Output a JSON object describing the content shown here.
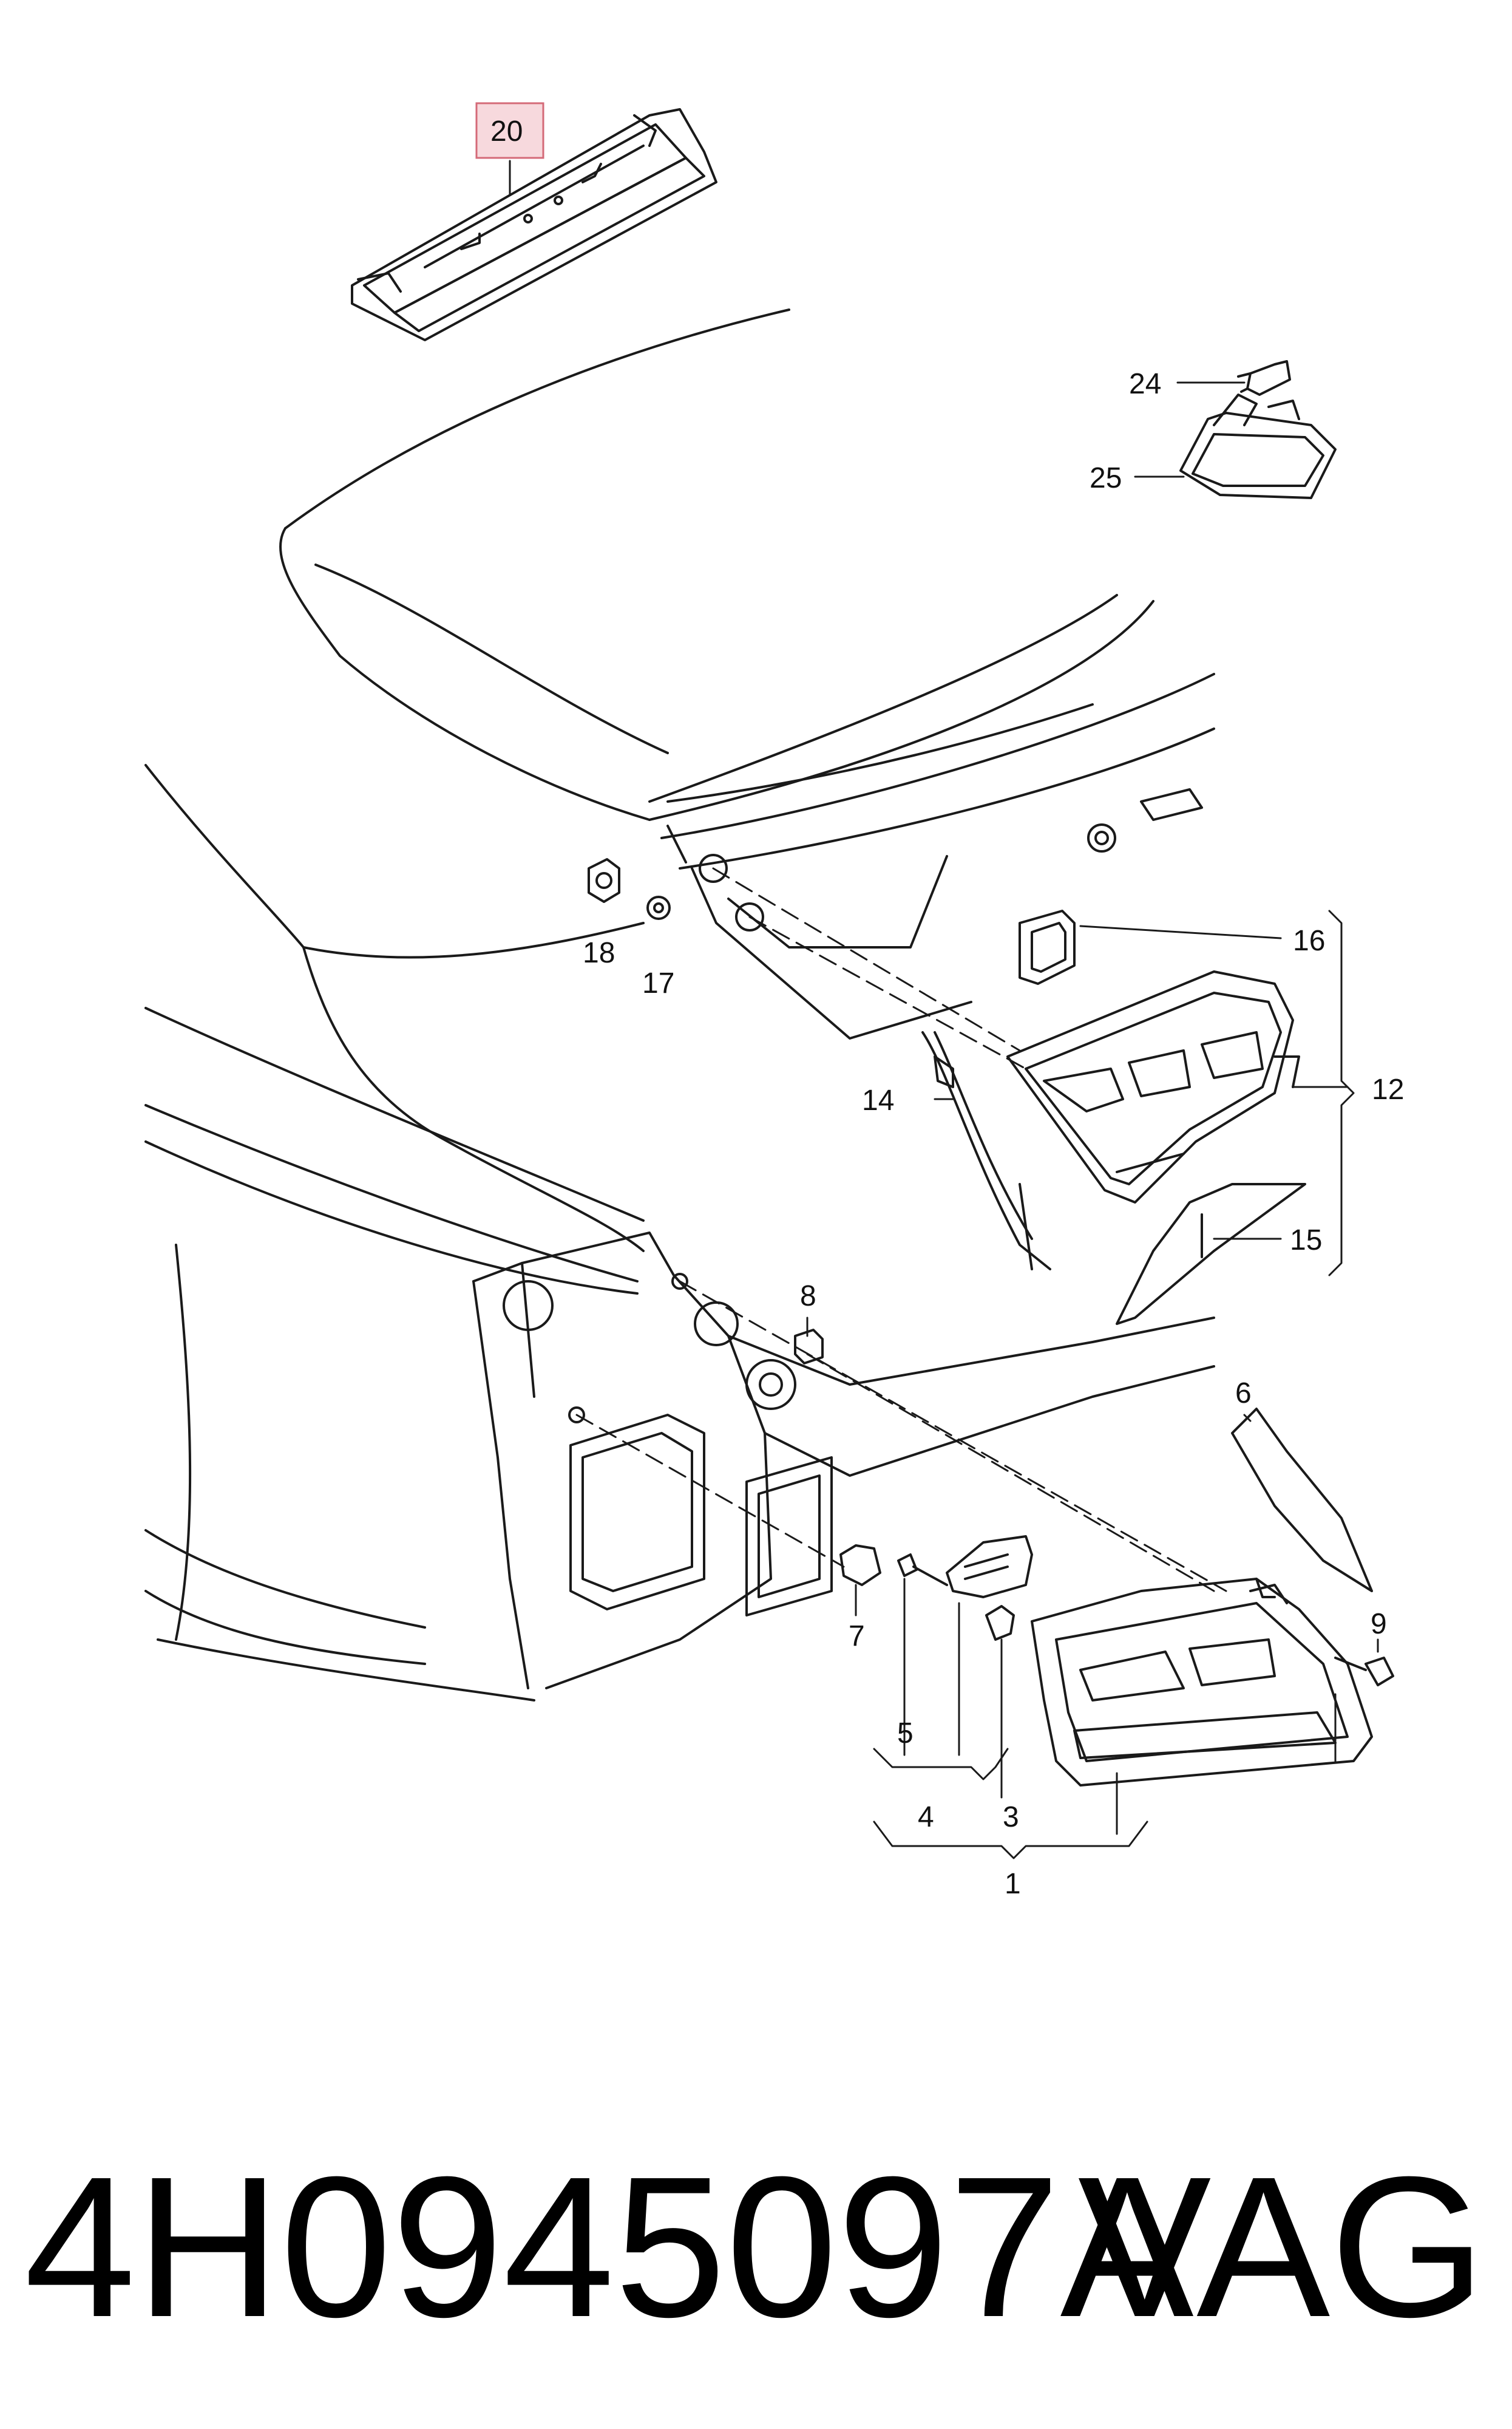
{
  "diagram": {
    "callouts": [
      "20",
      "24",
      "25",
      "18",
      "17",
      "16",
      "12",
      "14",
      "15",
      "8",
      "7",
      "6",
      "9",
      "5",
      "4",
      "3",
      "1"
    ],
    "highlighted_callout": "20",
    "highlight_color": "#f7d9dd",
    "highlight_border": "#d46a78",
    "line_color": "#1a1a1a"
  },
  "footer": {
    "part_number": "4H0945097A",
    "brand": "VAG"
  }
}
